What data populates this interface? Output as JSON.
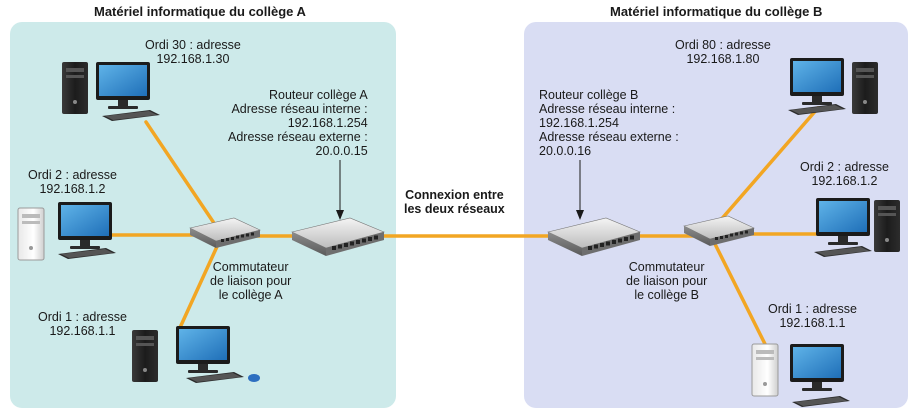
{
  "colors": {
    "zone_a": "#cdeaea",
    "zone_b": "#d9ddf3",
    "cable": "#f2a623"
  },
  "college_a": {
    "title": "Matériel informatique du collège A",
    "computers": [
      {
        "icon": "computer-icon",
        "name": "Ordi 30 : adresse",
        "address": "192.168.1.30"
      },
      {
        "icon": "computer-icon",
        "name": "Ordi 2 : adresse",
        "address": "192.168.1.2"
      },
      {
        "icon": "computer-icon",
        "name": "Ordi 1 : adresse",
        "address": "192.168.1.1"
      }
    ],
    "router": {
      "icon": "router-icon",
      "lines": [
        "Routeur collège A",
        "Adresse réseau interne :",
        "192.168.1.254",
        "Adresse réseau externe :",
        "20.0.0.15"
      ]
    },
    "switch": {
      "icon": "switch-icon",
      "lines": [
        "Commutateur",
        "de liaison pour",
        "le collège A"
      ]
    }
  },
  "college_b": {
    "title": "Matériel informatique du collège B",
    "computers": [
      {
        "icon": "computer-icon",
        "name": "Ordi 80 : adresse",
        "address": "192.168.1.80"
      },
      {
        "icon": "computer-icon",
        "name": "Ordi 2 : adresse",
        "address": "192.168.1.2"
      },
      {
        "icon": "computer-icon",
        "name": "Ordi 1 : adresse",
        "address": "192.168.1.1"
      }
    ],
    "router": {
      "icon": "router-icon",
      "lines": [
        "Routeur collège B",
        "Adresse réseau interne :",
        "192.168.1.254",
        "Adresse réseau externe :",
        "20.0.0.16"
      ]
    },
    "switch": {
      "icon": "switch-icon",
      "lines": [
        "Commutateur",
        "de liaison pour",
        "le collège B"
      ]
    }
  },
  "connection": {
    "lines": [
      "Connexion entre",
      "les deux réseaux"
    ]
  }
}
